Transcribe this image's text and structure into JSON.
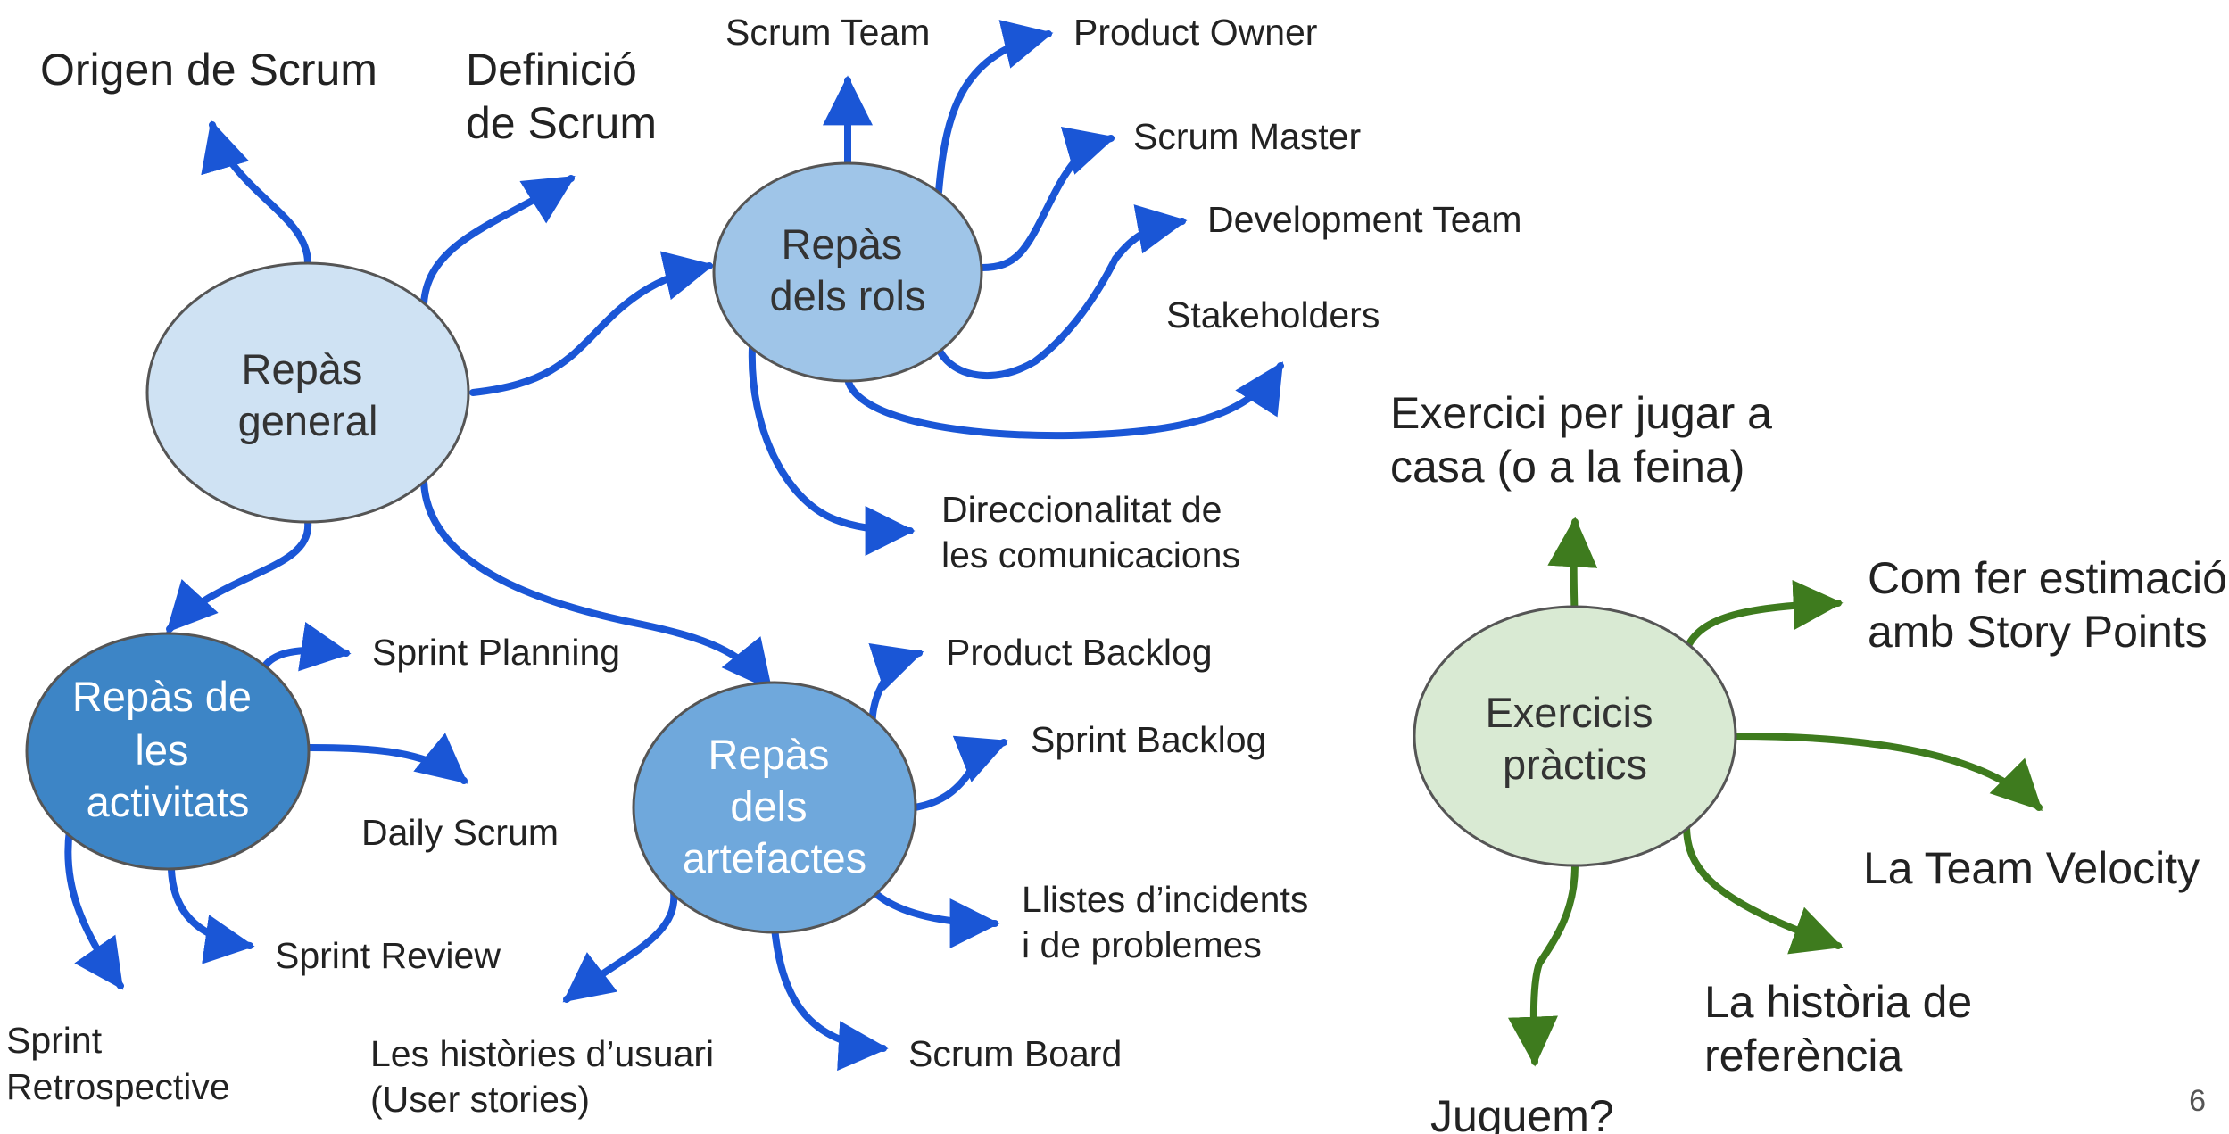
{
  "colors": {
    "blue_arrow": "#1a56d6",
    "green_arrow": "#3e7b1e",
    "node_general": "#cfe2f3",
    "node_rols": "#9fc5e8",
    "node_artefactes": "#6fa8dc",
    "node_activitats": "#3d85c6",
    "node_exercicis": "#d9ead3",
    "node_stroke": "#555555"
  },
  "nodes": {
    "general": [
      "Repàs",
      "general"
    ],
    "rols": [
      "Repàs",
      "dels rols"
    ],
    "activitats": [
      "Repàs de",
      "les",
      "activitats"
    ],
    "artefactes": [
      "Repàs",
      "dels",
      "artefactes"
    ],
    "exercicis": [
      "Exercicis",
      "pràctics"
    ]
  },
  "labels": {
    "origen": [
      "Origen de Scrum"
    ],
    "definicio": [
      "Definició",
      "de Scrum"
    ],
    "scrum_team": [
      "Scrum Team"
    ],
    "product_owner": [
      "Product Owner"
    ],
    "scrum_master": [
      "Scrum Master"
    ],
    "development_team": [
      "Development Team"
    ],
    "stakeholders": [
      "Stakeholders"
    ],
    "direccionalitat": [
      "Direccionalitat de",
      "les comunicacions"
    ],
    "sprint_planning": [
      "Sprint Planning"
    ],
    "daily_scrum": [
      "Daily Scrum"
    ],
    "sprint_review": [
      "Sprint Review"
    ],
    "sprint_retrospective": [
      "Sprint",
      "Retrospective"
    ],
    "product_backlog": [
      "Product Backlog"
    ],
    "sprint_backlog": [
      "Sprint Backlog"
    ],
    "llistes": [
      "Llistes d’incidents",
      "i de problemes"
    ],
    "scrum_board": [
      "Scrum Board"
    ],
    "histories": [
      "Les històries d’usuari",
      "(User stories)"
    ],
    "exercici_casa": [
      "Exercici per jugar a",
      "casa (o a la feina)"
    ],
    "estimacio": [
      "Com fer estimació",
      "amb Story Points"
    ],
    "team_velocity": [
      "La Team Velocity"
    ],
    "historia_referencia": [
      "La història de",
      "referència"
    ],
    "juguem": [
      "Juguem?"
    ]
  },
  "page_number": "6"
}
